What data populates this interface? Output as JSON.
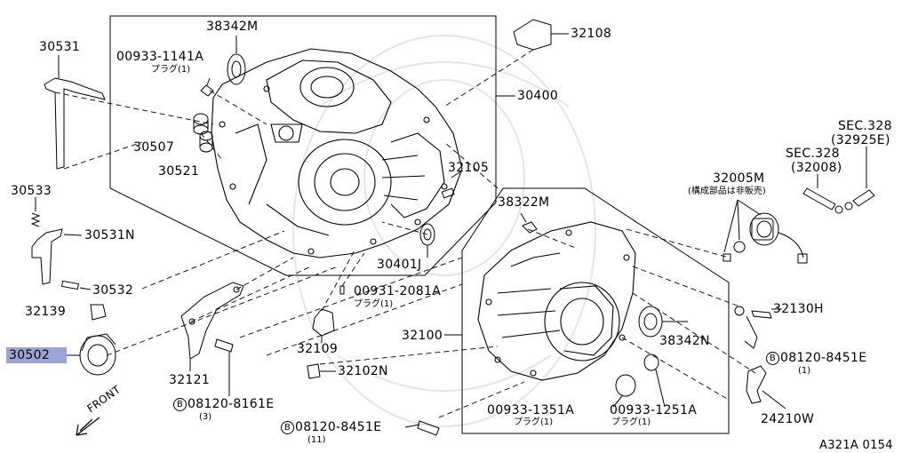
{
  "diagram_code": "A321A 0154",
  "front_label": "FRONT",
  "bolt_prefix": "B",
  "parts": {
    "p30531": "30531",
    "p30533": "30533",
    "p30531N": "30531N",
    "p30532": "30532",
    "p32139": "32139",
    "p30502": "30502",
    "p38342M": "38342M",
    "p00933_1141A": "00933-1141A",
    "p00933_1141A_sub": "プラグ(1)",
    "p30507": "30507",
    "p30521": "30521",
    "p32108": "32108",
    "p30400": "30400",
    "p32105": "32105",
    "p30401J": "30401J",
    "p38322M": "38322M",
    "sec328_a": "SEC.328",
    "sec328_a_sub": "(32925E)",
    "sec328_b": "SEC.328",
    "sec328_b_sub": "(32008)",
    "p32005M": "32005M",
    "p32005M_sub": "(構成部品は非販売)",
    "p00931_2081A": "00931-2081A",
    "p00931_2081A_sub": "プラグ(1)",
    "p32109": "32109",
    "p32100": "32100",
    "p32102N": "32102N",
    "p32121": "32121",
    "p08120_8161E": "08120-8161E",
    "p08120_8161E_sub": "(3)",
    "p08120_8451E_a": "08120-8451E",
    "p08120_8451E_a_sub": "(11)",
    "p32130H": "32130H",
    "p38342N": "38342N",
    "p08120_8451E_b": "08120-8451E",
    "p08120_8451E_b_sub": "(1)",
    "p00933_1351A": "00933-1351A",
    "p00933_1351A_sub": "プラグ(1)",
    "p00933_1251A": "00933-1251A",
    "p00933_1251A_sub": "プラグ(1)",
    "p24210W": "24210W"
  },
  "highlighted_part": "30502"
}
